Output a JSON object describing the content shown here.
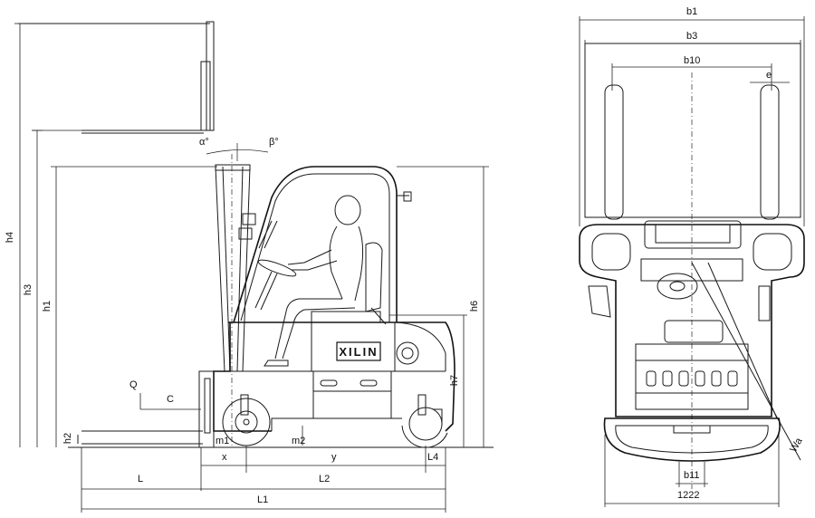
{
  "side_view": {
    "dimension_labels": {
      "h4": "h4",
      "h3": "h3",
      "h1": "h1",
      "h6": "h6",
      "h7": "h7",
      "h2": "h2",
      "m1": "m1",
      "m2": "m2",
      "l": "L",
      "l2": "L2",
      "l1": "L1",
      "l4": "L4",
      "x": "x",
      "y": "y",
      "q": "Q",
      "c": "C",
      "alpha": "α°",
      "beta": "β°"
    },
    "brand_plate": "XILIN"
  },
  "front_view": {
    "dimension_labels": {
      "b1": "b1",
      "b3": "b3",
      "b10": "b10",
      "b11": "b11",
      "e": "e",
      "wa": "Wa",
      "width_value": "1222"
    }
  }
}
